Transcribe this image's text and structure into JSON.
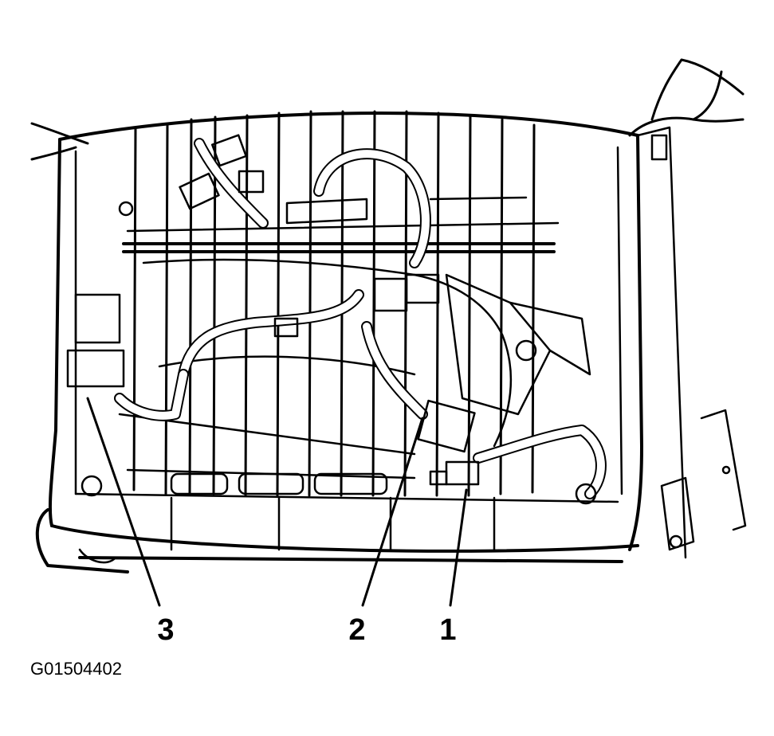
{
  "figure": {
    "id": "G01504402",
    "callouts": [
      {
        "label": "1"
      },
      {
        "label": "2"
      },
      {
        "label": "3"
      }
    ]
  }
}
